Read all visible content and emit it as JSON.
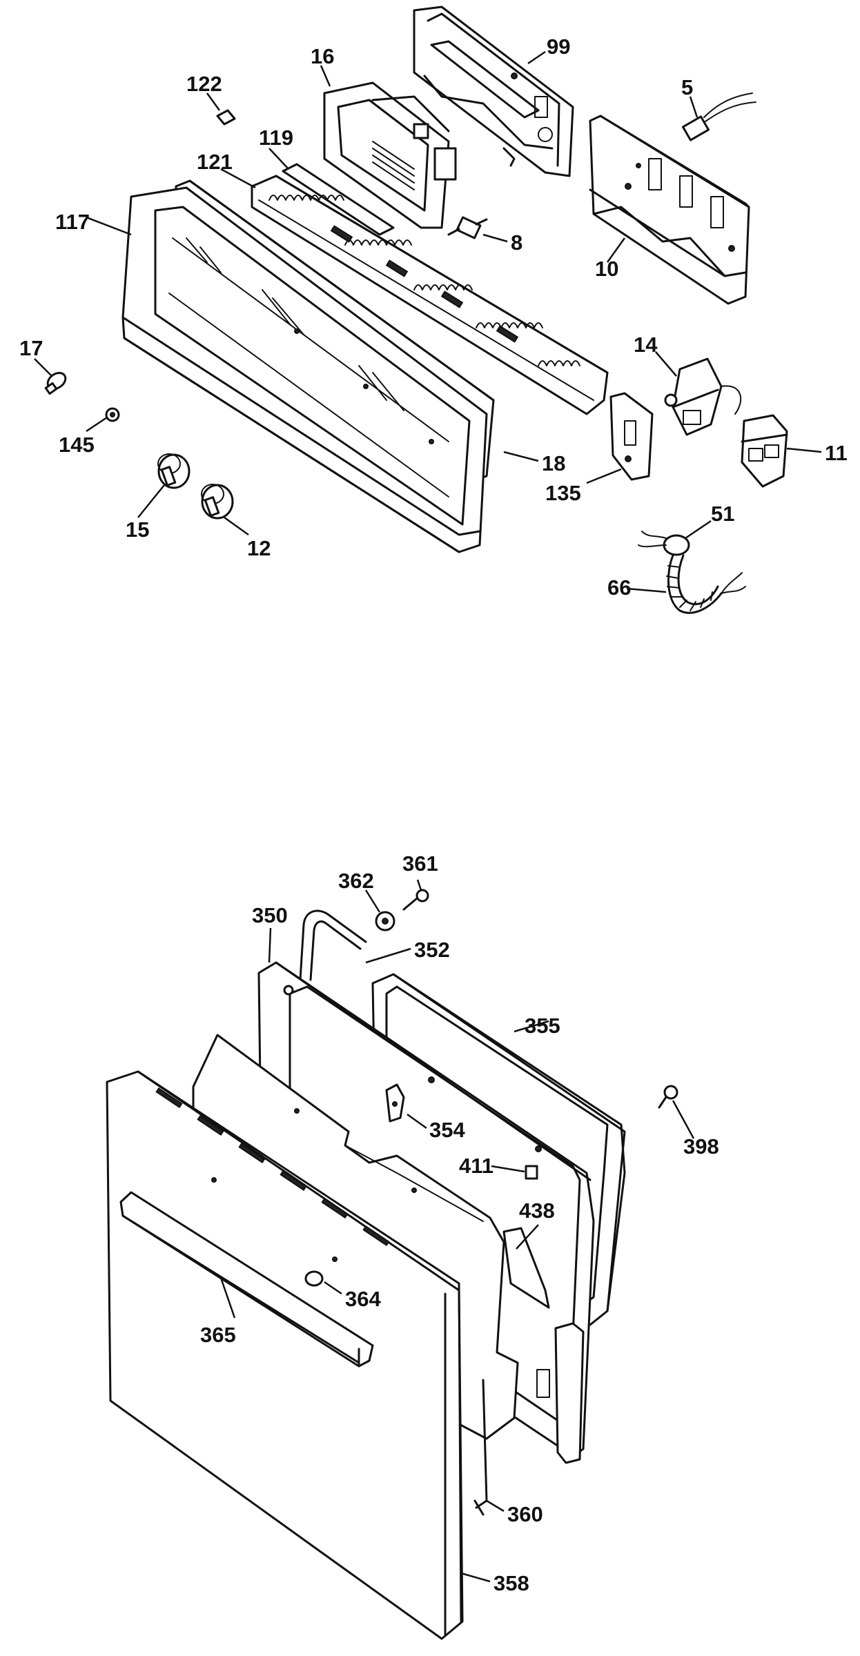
{
  "diagram": {
    "callouts": {
      "p99": "99",
      "p16": "16",
      "p122": "122",
      "p5": "5",
      "p119": "119",
      "p121": "121",
      "p117": "117",
      "p8": "8",
      "p10": "10",
      "p17": "17",
      "p14": "14",
      "p145": "145",
      "p11": "11",
      "p18": "18",
      "p135": "135",
      "p15": "15",
      "p12": "12",
      "p51": "51",
      "p66": "66",
      "p361": "361",
      "p362": "362",
      "p350": "350",
      "p352": "352",
      "p355": "355",
      "p354": "354",
      "p398": "398",
      "p411": "411",
      "p438": "438",
      "p364": "364",
      "p365": "365",
      "p360": "360",
      "p358": "358"
    }
  }
}
